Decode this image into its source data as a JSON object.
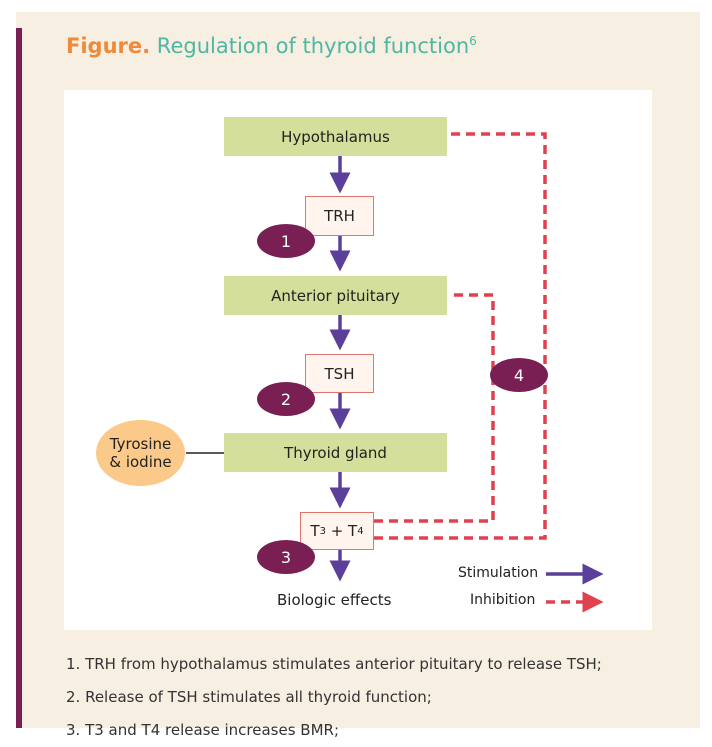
{
  "figure": {
    "title_lead": "Figure.",
    "title_text": "Regulation of thyroid function",
    "title_ref": "6"
  },
  "diagram": {
    "hypothalamus": "Hypothalamus",
    "trh": "TRH",
    "anterior_pituitary": "Anterior pituitary",
    "tsh": "TSH",
    "thyroid_gland": "Thyroid gland",
    "t3": "T",
    "t3_sub": "3",
    "plus": " + ",
    "t4": "T",
    "t4_sub": "4",
    "biologic_effects": "Biologic effects",
    "tyrosine_line1": "Tyrosine",
    "tyrosine_line2": "& iodine",
    "steps": [
      "1",
      "2",
      "3",
      "4"
    ]
  },
  "legend": {
    "stimulation": "Stimulation",
    "inhibition": "Inhibition",
    "stimulation_color": "#5b3f9a",
    "inhibition_color": "#e0414f"
  },
  "notes": [
    "1. TRH from hypothalamus stimulates anterior pituitary to release TSH;",
    "2. Release of TSH stimulates all thyroid function;",
    "3. T3 and T4 release increases BMR;"
  ]
}
